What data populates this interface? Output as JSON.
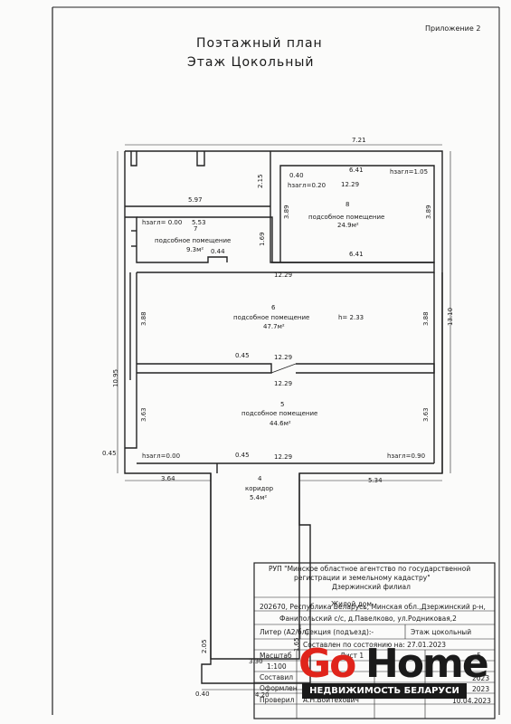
{
  "appendix": "Приложение 2",
  "title": "Поэтажный план",
  "subtitle": "Этаж Цокольный",
  "dims": {
    "top_total": "7.21",
    "left_total": "10.95",
    "right_total": "13.10",
    "bottom_right": "5.34",
    "bottom_left": "3.64",
    "bottom_corridor": "4.20",
    "w597": "5.97",
    "w215": "2.15",
    "w040a": "0.40",
    "r8_top": "6.41",
    "r8_bottom": "6.41",
    "r8_left": "3.89",
    "r8_right": "3.89",
    "r8_inner": "12.29",
    "r7_top": "5.53",
    "r7_right": "1.69",
    "r7_044": "0.44",
    "r6_top": "12.29",
    "r6_bottom": "12.29",
    "r6_left": "3.88",
    "r6_right": "3.88",
    "r6_045": "0.45",
    "r5_top": "12.29",
    "r5_bottom": "12.29",
    "r5_left": "3.63",
    "r5_right": "3.63",
    "r5_045": "0.45",
    "left045": "0.45",
    "cor_205": "2.05",
    "cor_040": "0.40",
    "cor_165": "1.65",
    "cor_330": "3.30"
  },
  "rooms": [
    {
      "num": "8",
      "name": "подсобное помещение",
      "area": "24.9м²",
      "note": "hзагл=1.05",
      "note2": "hзагл=0.20"
    },
    {
      "num": "7",
      "name": "подсобное помещение",
      "area": "9.3м²",
      "note": "hзагл= 0.00"
    },
    {
      "num": "6",
      "name": "подсобное помещение",
      "area": "47.7м²",
      "note": "h= 2.33"
    },
    {
      "num": "5",
      "name": "подсобное помещение",
      "area": "44.6м²",
      "note": "hзагл=0.90",
      "note2": "hзагл=0.00"
    },
    {
      "num": "4",
      "name": "коридор",
      "area": "5.4м²"
    }
  ],
  "stamp": {
    "org": "РУП \"Минское областное агентство по государственной",
    "org2": "регистрации и земельному кадастру\"",
    "branch": "Дзержинский филиал",
    "object": "Жилой дом",
    "address": "202670, Республика Беларусь, Минская обл.,Дзержинский р-н,",
    "address2": "Фанипольский с/с, д.Павелково, ул.Родниковая,2",
    "liter": "Литер (А2/бл)",
    "section": "Секция (подъезд):-",
    "floor": "Этаж цокольный",
    "compiled": "Составлен по состоянию на: 27.01.2023",
    "scale_label": "Масштаб",
    "scale": "1:100",
    "sheet": "Лист 1",
    "sheets": "- 5",
    "composed": "Составил",
    "formed": "Оформлен",
    "checked": "Проверил",
    "checker": "А.Н.Войтехович",
    "d1": "2023",
    "d2": "2023",
    "d3": "10.04.2023"
  },
  "logo": {
    "go": "Go",
    "home": "Home",
    "tagline": "НЕДВИЖИМОСТЬ БЕЛАРУСИ"
  },
  "colors": {
    "brand_red": "#e0241b",
    "ink": "#1a1a1a"
  }
}
